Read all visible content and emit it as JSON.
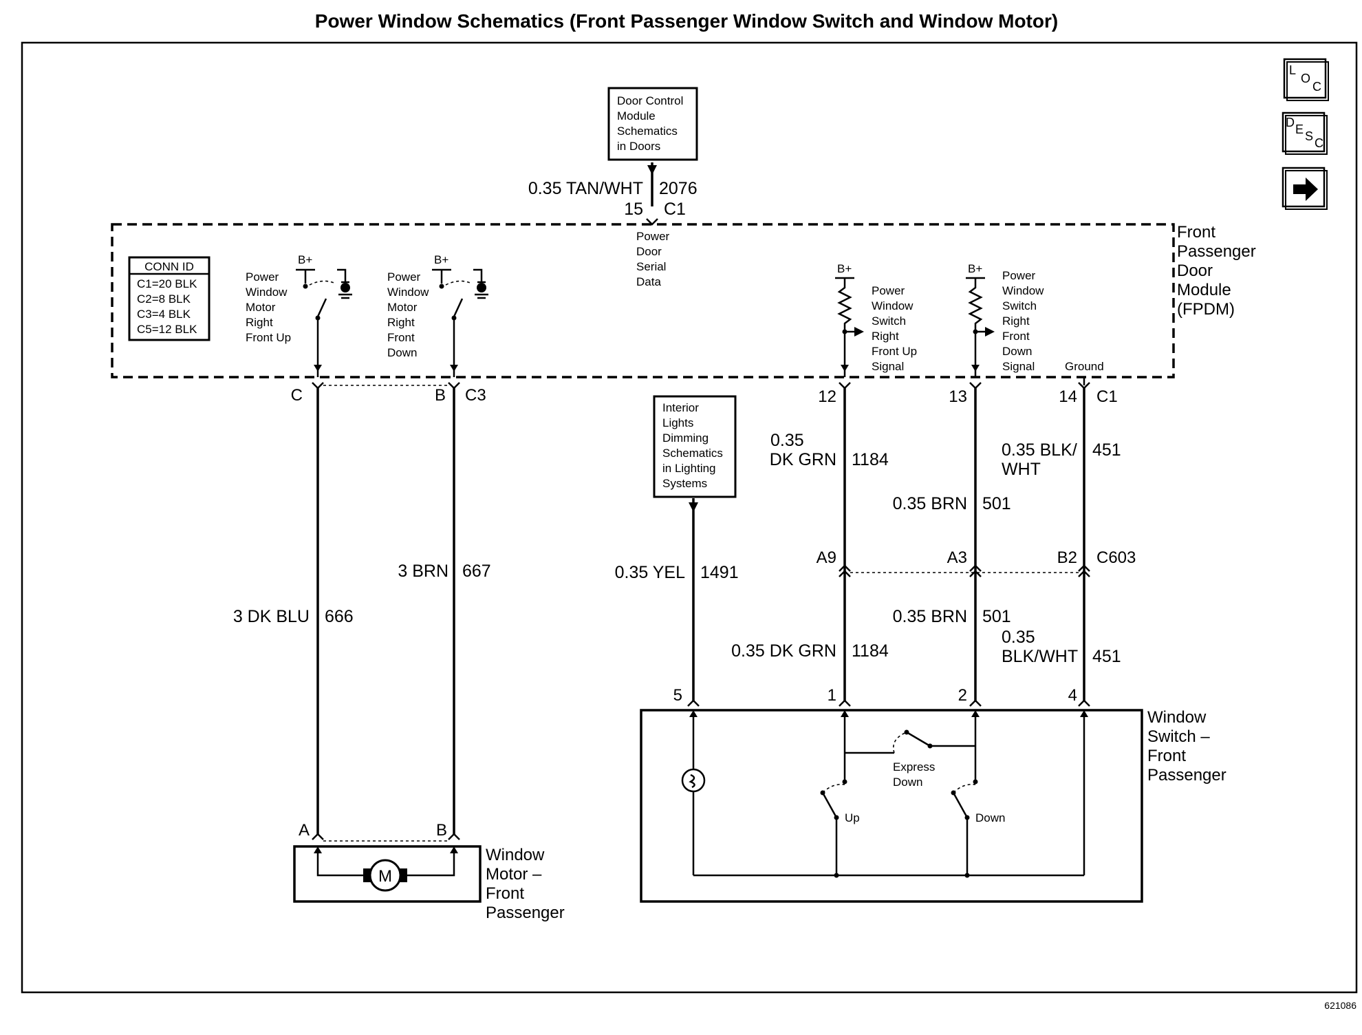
{
  "title": "Power Window Schematics (Front Passenger Window Switch and Window Motor)",
  "nav": {
    "loc": {
      "l": "L",
      "o": "O",
      "c": "C"
    },
    "desc": {
      "d": "D",
      "e": "E",
      "s": "S",
      "c": "C"
    }
  },
  "door_control_ref": [
    "Door Control",
    "Module",
    "Schematics",
    "in Doors"
  ],
  "serial_wire": {
    "size_color": "0.35 TAN/WHT",
    "circuit": "2076",
    "pin": "15",
    "connector": "C1"
  },
  "serial_label": [
    "Power",
    "Door",
    "Serial",
    "Data"
  ],
  "fpdm": {
    "label": [
      "Front",
      "Passenger",
      "Door",
      "Module",
      "(FPDM)"
    ]
  },
  "conn_id": {
    "header": "CONN ID",
    "rows": [
      "C1=20 BLK",
      "C2=8 BLK",
      "C3=4 BLK",
      "C5=12 BLK"
    ]
  },
  "bplus": "B+",
  "internal": {
    "up_motor": [
      "Power",
      "Window",
      "Motor",
      "Right",
      "Front Up"
    ],
    "down_motor": [
      "Power",
      "Window",
      "Motor",
      "Right",
      "Front",
      "Down"
    ],
    "switch_up": [
      "Power",
      "Window",
      "Switch",
      "Right",
      "Front Up",
      "Signal"
    ],
    "switch_down": [
      "Power",
      "Window",
      "Switch",
      "Right",
      "Front",
      "Down",
      "Signal"
    ],
    "ground": "Ground"
  },
  "fpdm_pins": {
    "c": "C",
    "b": "B",
    "c3": "C3",
    "p12": "12",
    "p13": "13",
    "p14": "14",
    "c1": "C1"
  },
  "wires_upper": {
    "blu": {
      "size_color": "3 DK BLU",
      "circuit": "666"
    },
    "brn3": {
      "size_color": "3 BRN",
      "circuit": "667"
    },
    "yel": {
      "size_color": "0.35 YEL",
      "circuit": "1491"
    },
    "grn": {
      "size": "0.35",
      "color": "DK GRN",
      "circuit": "1184"
    },
    "brn": {
      "size_color": "0.35 BRN",
      "circuit": "501"
    },
    "blkwht": {
      "size_color": "0.35 BLK/",
      "color2": "WHT",
      "circuit": "451"
    }
  },
  "interior_lights_ref": [
    "Interior",
    "Lights",
    "Dimming",
    "Schematics",
    "in Lighting",
    "Systems"
  ],
  "c603": {
    "a9": "A9",
    "a3": "A3",
    "b2": "B2",
    "connector": "C603"
  },
  "wires_lower": {
    "grn": {
      "size_color": "0.35 DK GRN",
      "circuit": "1184"
    },
    "brn": {
      "size_color": "0.35 BRN",
      "circuit": "501"
    },
    "blkwht": {
      "size": "0.35",
      "color": "BLK/WHT",
      "circuit": "451"
    }
  },
  "switch_pins": {
    "p5": "5",
    "p1": "1",
    "p2": "2",
    "p4": "4"
  },
  "window_switch": {
    "label": [
      "Window",
      "Switch –",
      "Front",
      "Passenger"
    ],
    "express_down": [
      "Express",
      "Down"
    ],
    "up": "Up",
    "down": "Down"
  },
  "motor": {
    "pin_a": "A",
    "pin_b": "B",
    "symbol": "M",
    "label": [
      "Window",
      "Motor –",
      "Front",
      "Passenger"
    ]
  },
  "figure_number": "621086"
}
